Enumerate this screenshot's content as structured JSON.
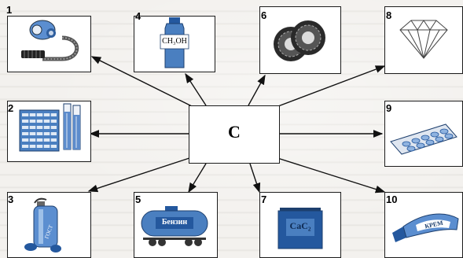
{
  "center": {
    "label": "C"
  },
  "items": [
    {
      "num": "1",
      "name": "gas-mask"
    },
    {
      "num": "2",
      "name": "buildings"
    },
    {
      "num": "3",
      "name": "fire-extinguisher"
    },
    {
      "num": "4",
      "name": "methanol-bottle",
      "text": "CH₃OH"
    },
    {
      "num": "5",
      "name": "fuel-tank-car",
      "text": "Бензин"
    },
    {
      "num": "6",
      "name": "tires"
    },
    {
      "num": "7",
      "name": "carbide-can",
      "text": "CaC₂"
    },
    {
      "num": "8",
      "name": "diamond"
    },
    {
      "num": "9",
      "name": "tablets"
    },
    {
      "num": "10",
      "name": "cream-tube",
      "text": "КРЕМ"
    }
  ],
  "colors": {
    "accent_blue": "#4a7fc0",
    "dark_blue": "#24589e",
    "stroke": "#1c1c1c"
  }
}
